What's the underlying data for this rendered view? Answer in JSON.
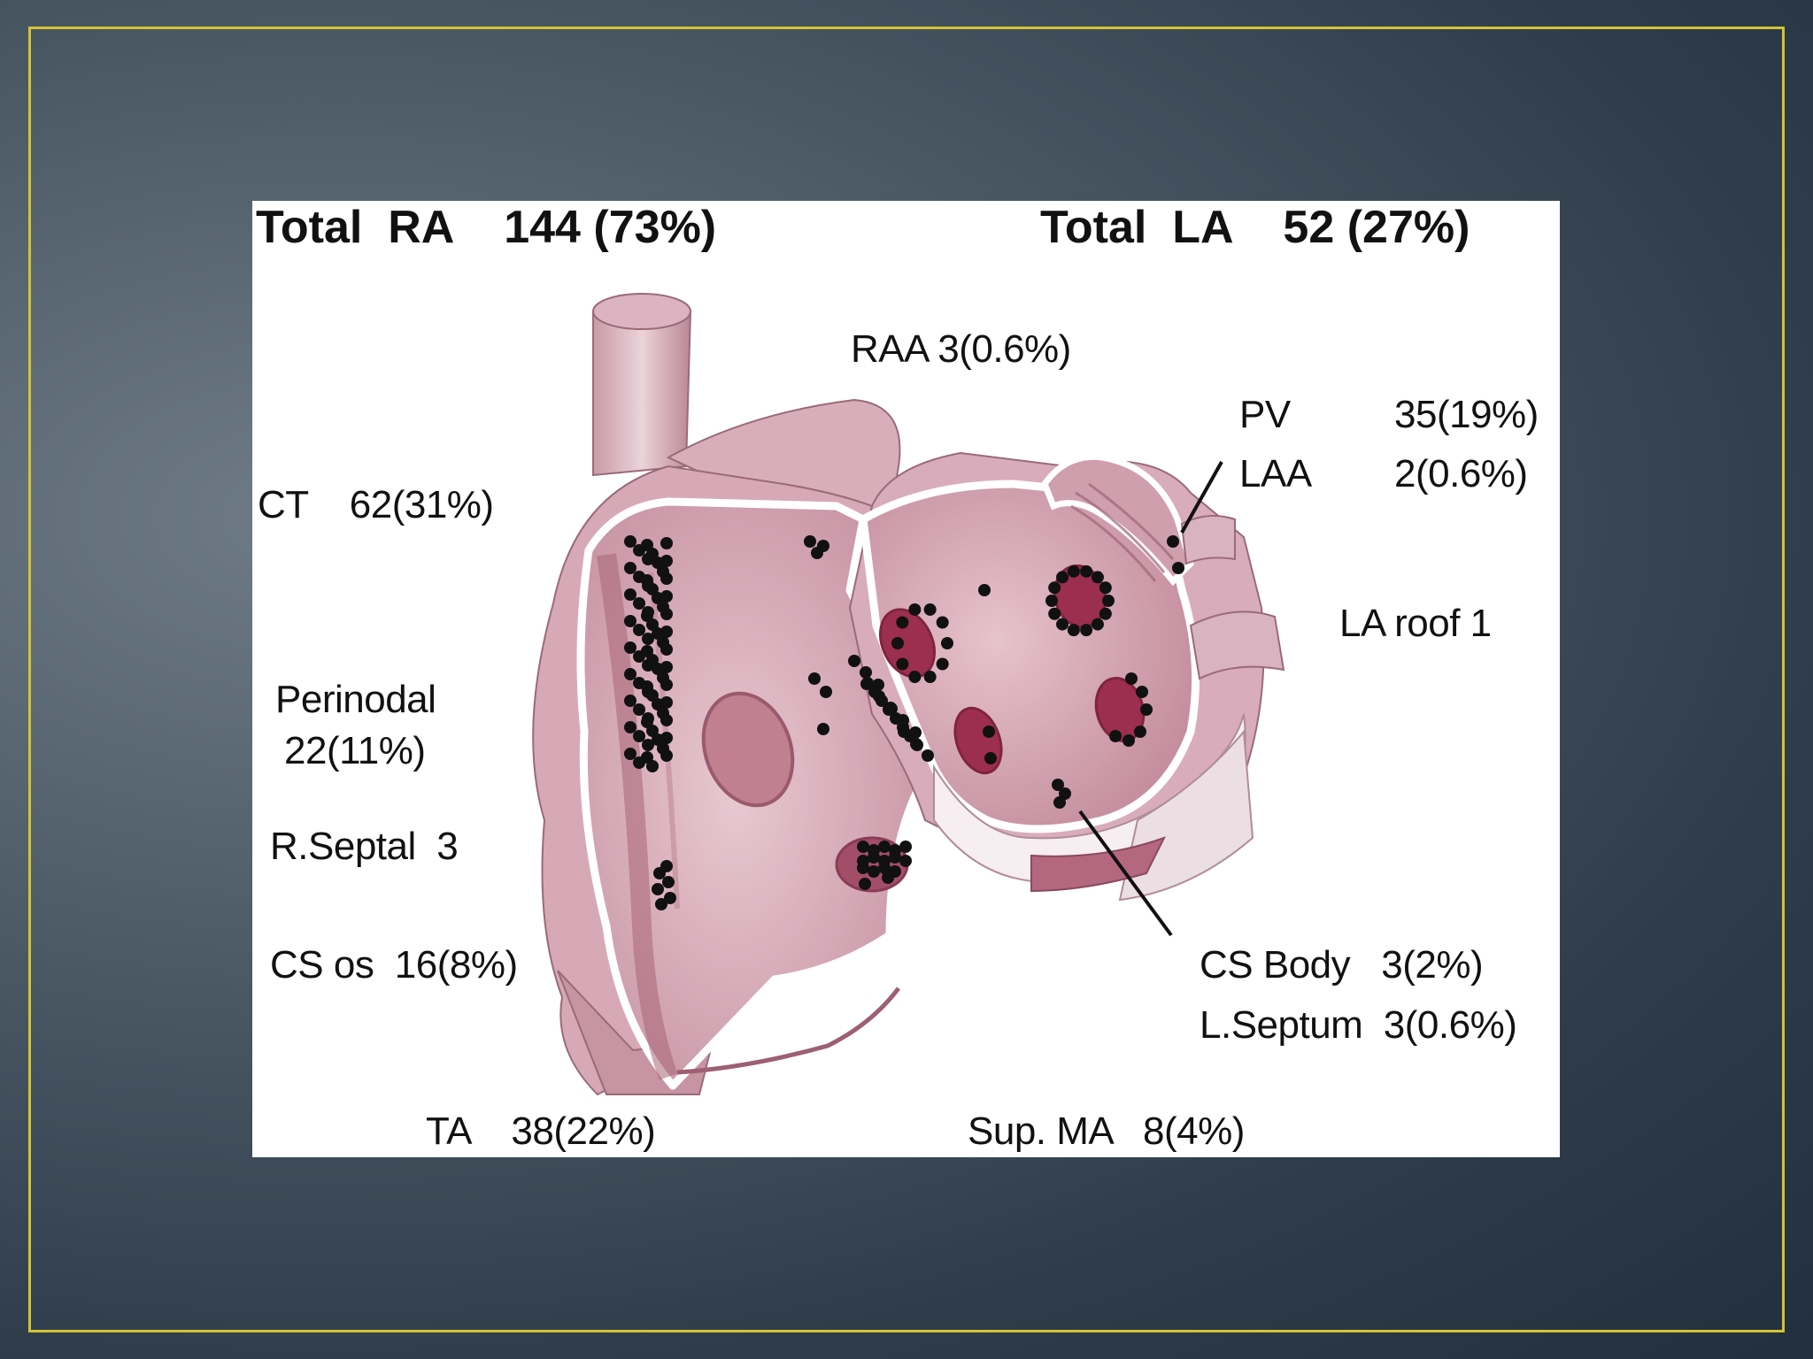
{
  "colors": {
    "background": "#3d4a57",
    "frame_border": "#d4c233",
    "figure_background": "#ffffff",
    "tissue": "#e6c6cf",
    "tissue_shade": "#b07a8a",
    "chamber": "#d9b0bd",
    "orifice": "#9c2f4f",
    "focus_dot": "#111111"
  },
  "labels": {
    "total_ra": "Total  RA    144 (73%)",
    "total_la": "Total  LA    52 (27%)",
    "raa": "RAA 3(0.6%)",
    "pv_name": "PV",
    "pv_value": "35(19%)",
    "laa_name": "LAA",
    "laa_value": "2(0.6%)",
    "ct": "CT    62(31%)",
    "la_roof": "LA roof 1",
    "perinodal_name": "Perinodal",
    "perinodal_value": "22(11%)",
    "r_septal": "R.Septal  3",
    "cs_os": "CS os  16(8%)",
    "cs_body": "CS Body   3(2%)",
    "l_septum": "L.Septum  3(0.6%)",
    "ta": "TA    38(22%)",
    "sup_ma": "Sup. MA   8(4%)"
  }
}
